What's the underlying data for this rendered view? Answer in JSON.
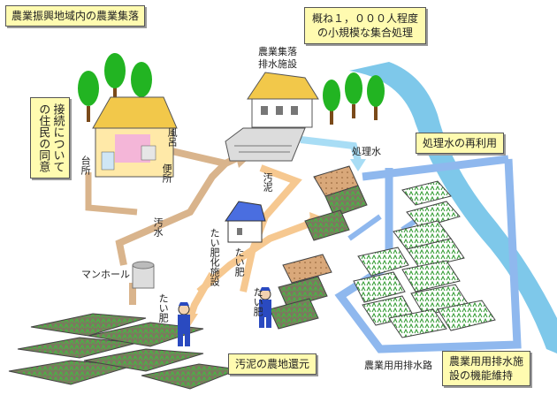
{
  "header_box": "農業振興地域内の農業集落",
  "scale_box": "概ね１，０００人程度\nの小規模な集合処理",
  "consent_box": "接続について\nの住民の同意",
  "reuse_box": "処理水の再利用",
  "sludge_box": "汚泥の農地還元",
  "maintenance_box": "農業用用排水施\n設の機能維持",
  "labels": {
    "facility": "農業集落\n排水施設",
    "treated_water": "処理水",
    "sludge": "汚泥",
    "sewage": "汚水",
    "manhole": "マンホール",
    "bath": "風呂",
    "toilet": "便所",
    "kitchen": "台所",
    "compost_facility": "たい肥化施設",
    "compost": "たい肥",
    "compost2": "たい肥",
    "compost3": "たい肥",
    "channel": "農業用用排水路"
  },
  "colors": {
    "box_fill": "#fffbb0",
    "sewage_arrow": "#d9b48c",
    "sludge_arrow": "#f6c890",
    "treated_water_arrow": "#a8ddf5",
    "channel": "#8fb8ee",
    "river": "#7ec8ea",
    "tree": "#22b422",
    "field": "#2e9a2e"
  }
}
